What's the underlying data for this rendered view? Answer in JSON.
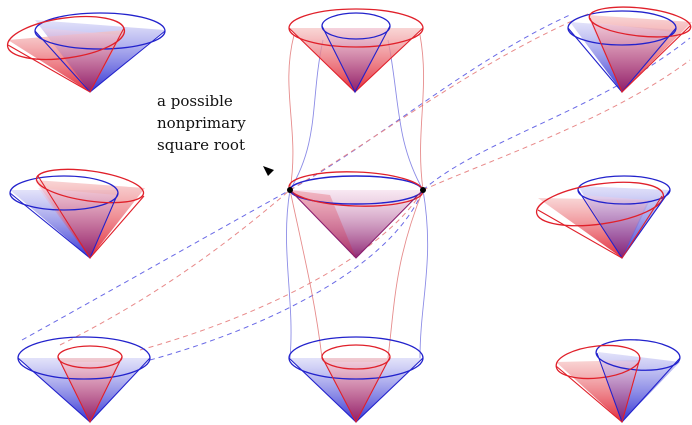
{
  "annotation": {
    "lines": [
      "a possible",
      "nonprimary",
      "square root"
    ]
  },
  "cones": [
    {
      "id": "top-left",
      "red": "tilted-left",
      "blue": "upright"
    },
    {
      "id": "top-center",
      "red": "upright-wide",
      "blue": "upright-narrow"
    },
    {
      "id": "top-right",
      "red": "tilted-right",
      "blue": "upright"
    },
    {
      "id": "middle-left",
      "red": "tilted-right",
      "blue": "upright"
    },
    {
      "id": "middle-center",
      "red": "upright",
      "blue": "upright",
      "note": "overlapping equal cones"
    },
    {
      "id": "middle-right",
      "red": "tilted-left",
      "blue": "upright"
    },
    {
      "id": "bottom-left",
      "red": "upright-narrow",
      "blue": "upright-wide"
    },
    {
      "id": "bottom-center",
      "red": "upright-narrow",
      "blue": "upright-wide"
    },
    {
      "id": "bottom-right",
      "red": "tilted-left",
      "blue": "tilted-right"
    }
  ],
  "colors": {
    "red": "#e0202a",
    "blue": "#2222cc",
    "red_fill": "#f08080",
    "blue_fill": "#7070e0",
    "overlap_fill": "#a0307a",
    "marker": "#000000"
  }
}
